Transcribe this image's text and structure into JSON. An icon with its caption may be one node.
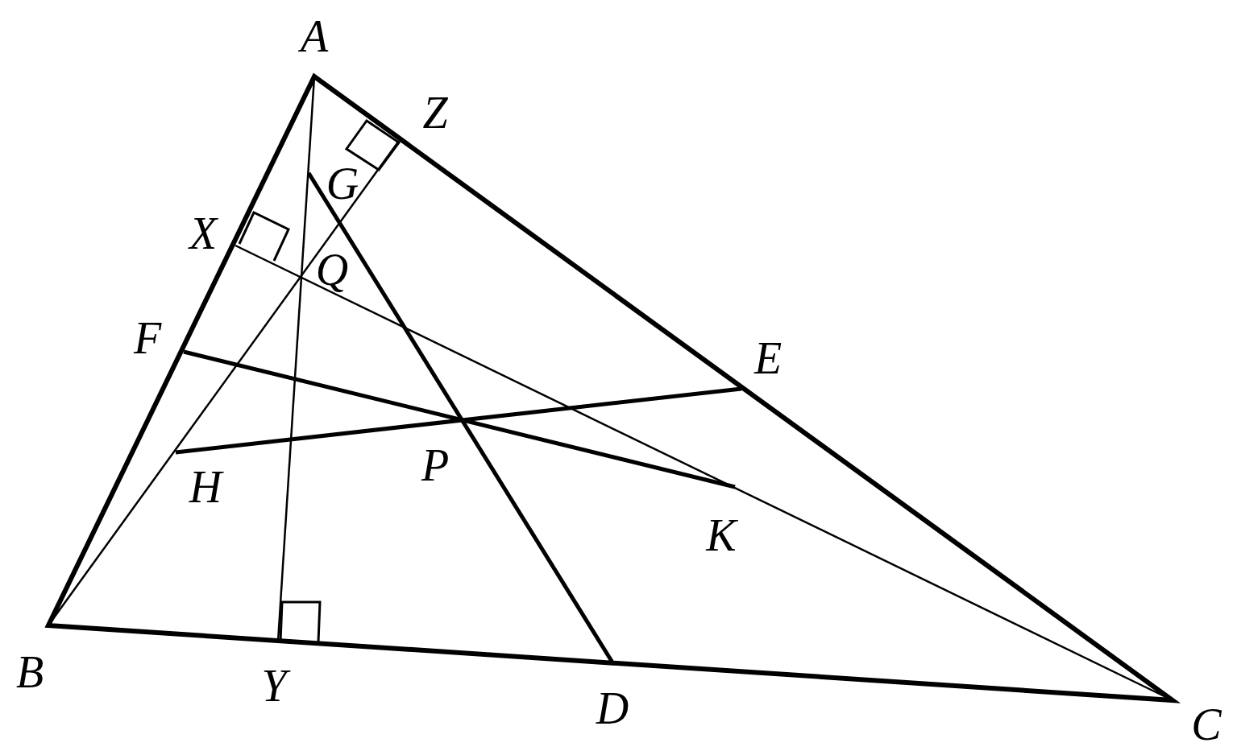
{
  "diagram": {
    "labels": [
      "A",
      "Z",
      "G",
      "X",
      "Q",
      "F",
      "E",
      "P",
      "H",
      "K",
      "B",
      "Y",
      "D",
      "C"
    ]
  }
}
